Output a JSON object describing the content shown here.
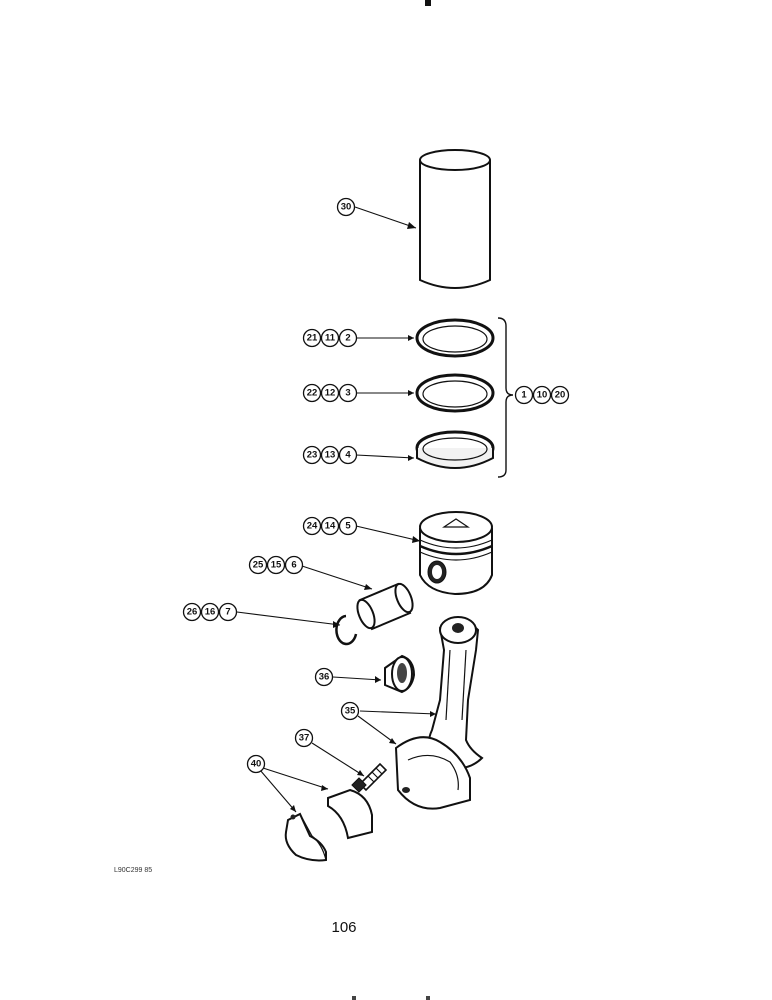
{
  "diagram": {
    "figure_code": "L90C299 85",
    "page_number": "106",
    "callouts": {
      "liner": [
        "30"
      ],
      "ring_top": [
        "21",
        "11",
        "2"
      ],
      "ring_second": [
        "22",
        "12",
        "3"
      ],
      "ring_oil": [
        "23",
        "13",
        "4"
      ],
      "ring_set": [
        "1",
        "10",
        "20"
      ],
      "piston": [
        "24",
        "14",
        "5"
      ],
      "pin": [
        "25",
        "15",
        "6"
      ],
      "retainer": [
        "26",
        "16",
        "7"
      ],
      "bushing": [
        "36"
      ],
      "rod": [
        "35"
      ],
      "bolt": [
        "37"
      ],
      "bearing": [
        "40"
      ]
    }
  }
}
